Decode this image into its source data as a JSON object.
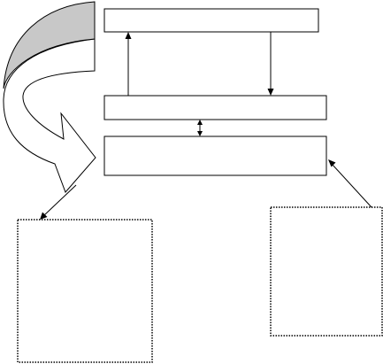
{
  "diagram": {
    "type": "flow-diagram",
    "boxes": [
      {
        "id": "top-box",
        "text": ""
      },
      {
        "id": "middle-box",
        "text": ""
      },
      {
        "id": "lower-box",
        "text": ""
      },
      {
        "id": "left-dotted-box",
        "text": ""
      },
      {
        "id": "right-dotted-box",
        "text": ""
      }
    ],
    "colors": {
      "curved_arrow_fill": "#c8c8c8",
      "stroke": "#000000",
      "background": "#ffffff"
    }
  }
}
